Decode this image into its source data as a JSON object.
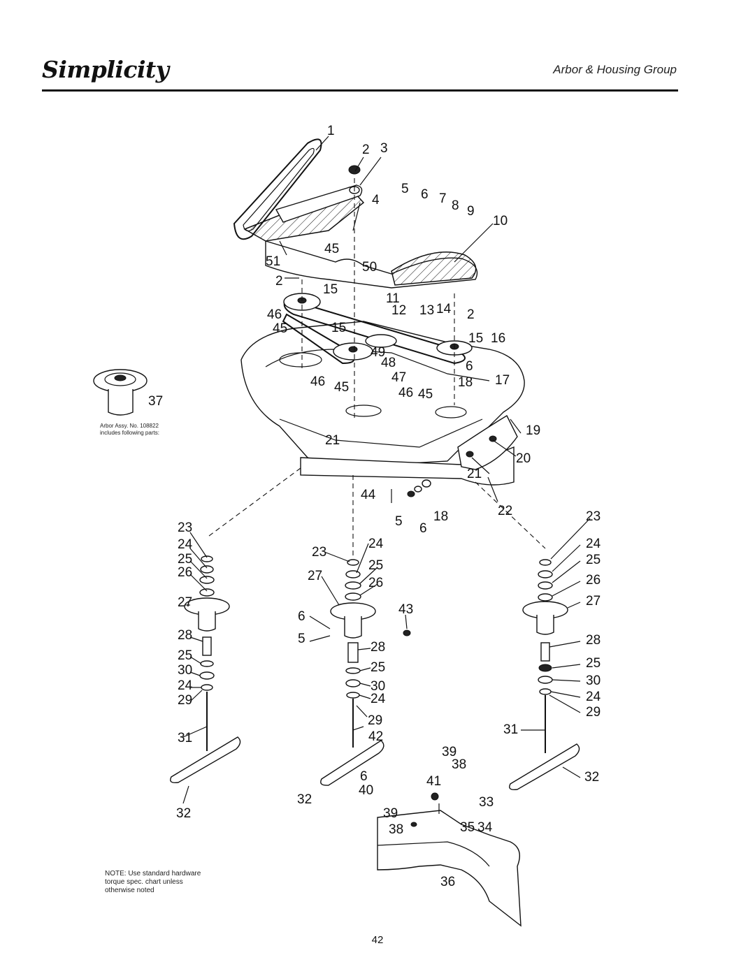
{
  "header": {
    "brand": "Simplicity",
    "section_title": "Arbor & Housing Group"
  },
  "arbor_note": {
    "line1": "Arbor Assy. No. 108822",
    "line2": "includes following parts:"
  },
  "note": {
    "line1": "NOTE: Use standard hardware",
    "line2": "torque spec. chart unless",
    "line3": "otherwise noted"
  },
  "page_number": "42",
  "callouts": [
    "1",
    "2",
    "3",
    "4",
    "5",
    "6",
    "7",
    "8",
    "9",
    "10",
    "11",
    "12",
    "13",
    "14",
    "15",
    "16",
    "17",
    "18",
    "19",
    "20",
    "21",
    "22",
    "23",
    "24",
    "25",
    "26",
    "27",
    "28",
    "29",
    "30",
    "31",
    "32",
    "33",
    "34",
    "35",
    "36",
    "37",
    "38",
    "39",
    "40",
    "41",
    "42",
    "43",
    "44",
    "45",
    "46",
    "47",
    "48",
    "49",
    "50",
    "51"
  ]
}
